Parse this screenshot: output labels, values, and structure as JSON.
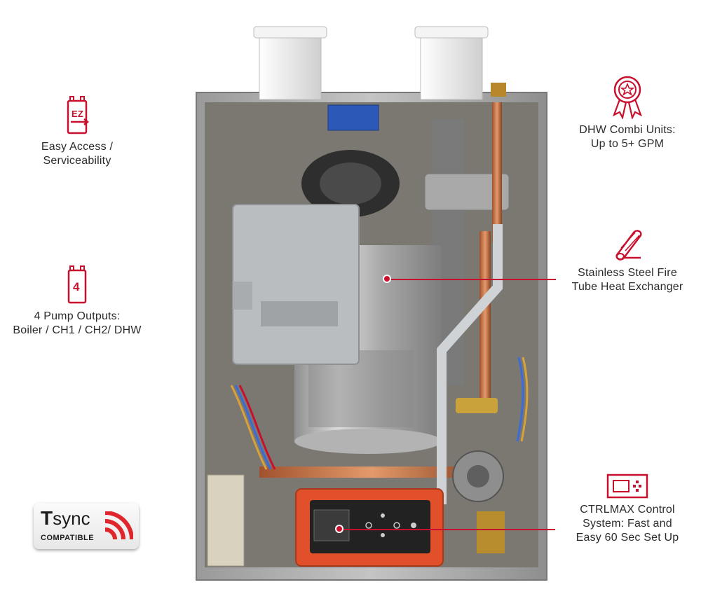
{
  "features": {
    "easy_access": {
      "label": "Easy Access /\nServiceability",
      "icon": "ez-access-icon",
      "icon_text": "EZ"
    },
    "pump_outputs": {
      "label": "4 Pump Outputs:\nBoiler / CH1 / CH2/ DHW",
      "icon": "pump-outputs-icon",
      "icon_text": "4"
    },
    "dhw_combi": {
      "label": "DHW Combi Units:\nUp to 5+ GPM",
      "icon": "award-ribbon-icon"
    },
    "stainless": {
      "label": "Stainless Steel Fire\nTube Heat Exchanger",
      "icon": "rolled-sheet-icon"
    },
    "control": {
      "label": "CTRLMAX Control\nSystem: Fast and\nEasy 60 Sec Set Up",
      "icon": "control-panel-icon"
    }
  },
  "badge": {
    "brand_letter": "T",
    "brand_word": "sync",
    "subtitle": "COMPATIBLE"
  },
  "colors": {
    "accent": "#c8102e",
    "text": "#2b2b2b",
    "cabinet": "#d9d9d9",
    "control_housing": "#e1502a"
  }
}
